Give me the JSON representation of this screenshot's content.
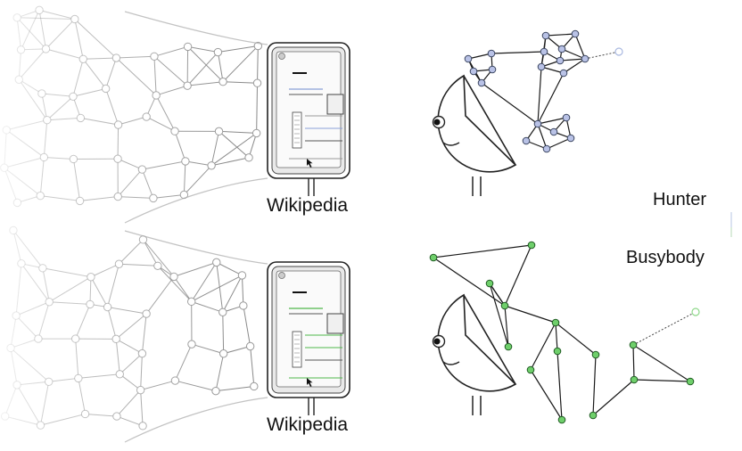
{
  "panels": [
    {
      "id": "hunter",
      "mode_label": "Hunter",
      "source_label": "Wikipedia",
      "node_color": "#b9c2e6",
      "node_stroke": "#3a4560",
      "edge_color": "#1a1a1a",
      "frontier_color": "#a9b8e0"
    },
    {
      "id": "busybody",
      "mode_label": "Busybody",
      "source_label": "Wikipedia",
      "node_color": "#6fcf6b",
      "node_stroke": "#1f5a22",
      "edge_color": "#1a1a1a",
      "frontier_color": "#8fd88a"
    }
  ],
  "divider": {
    "color_left": "#1f2b3a",
    "color_right": "#cfe6cf"
  }
}
